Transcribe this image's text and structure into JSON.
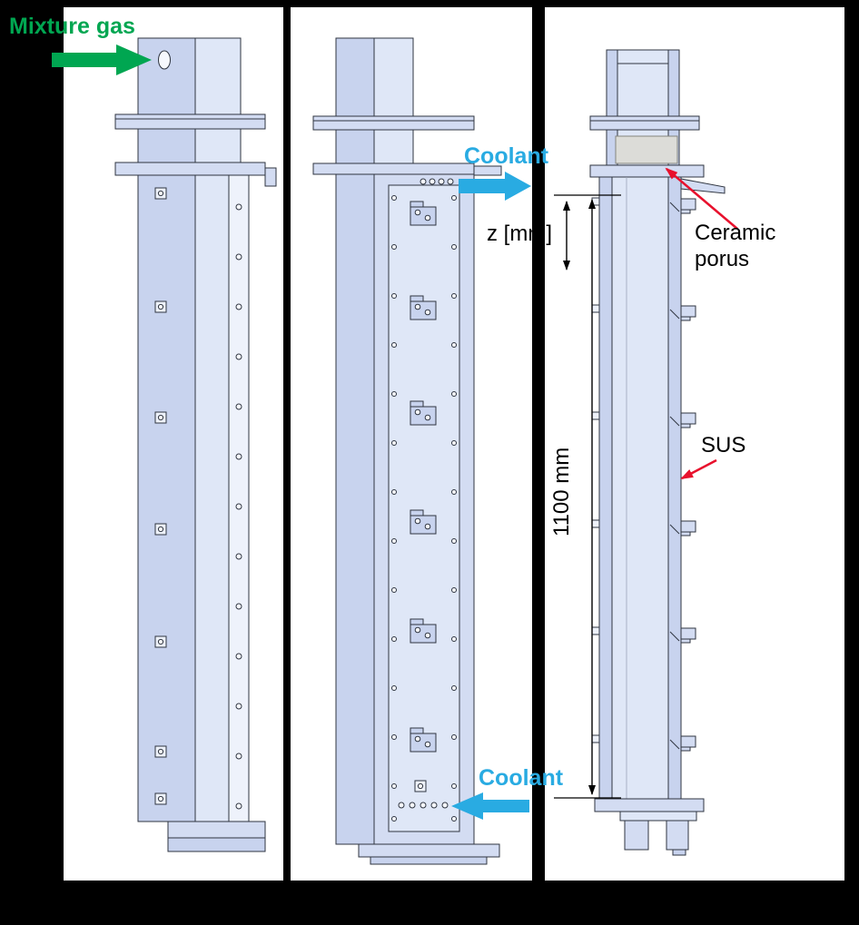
{
  "figure": {
    "labels": {
      "mixture_gas": "Mixture gas",
      "coolant_in": "Coolant",
      "coolant_out": "Coolant",
      "z_axis": "z [mm]",
      "height_dimension": "1100 mm",
      "ceramic_callout_line1": "Ceramic",
      "ceramic_callout_line2": "porus",
      "sus_callout": "SUS"
    },
    "colors": {
      "background": "#000000",
      "panel_background": "#ffffff",
      "mixture_gas_green": "#00a651",
      "coolant_cyan": "#29abe2",
      "callout_red": "#e8112d",
      "drawing_fill_light": "#dfe7f7",
      "drawing_fill_shaded": "#c8d3ee",
      "drawing_fill_flange": "#d3dcf2",
      "ceramic_gray": "#dcdcd8",
      "line_color": "#2f3540"
    }
  }
}
